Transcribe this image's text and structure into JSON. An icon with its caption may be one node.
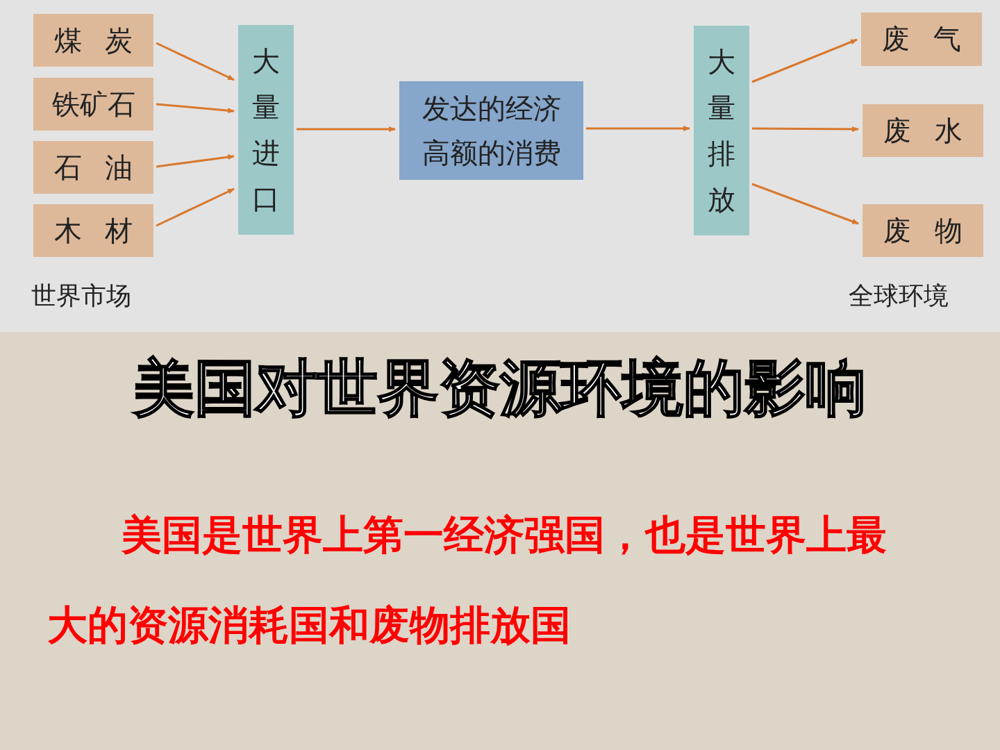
{
  "diagram": {
    "title": "美国对世界资源环境的影响",
    "caption": "美国是世界上第一经济强国，也是世界上最大的资源消耗国和废物排放国",
    "nodes": [
      {
        "text": [
          "煤炭"
        ]
      },
      {
        "text": [
          "铁矿石"
        ]
      },
      {
        "text": [
          "石油"
        ]
      },
      {
        "text": [
          "木材"
        ]
      },
      {
        "text": [
          "大量进口"
        ]
      },
      {
        "text": [
          "发达的经济高额的消费"
        ]
      },
      {
        "text": [
          "大量排放"
        ]
      },
      {
        "text": [
          "废气"
        ]
      },
      {
        "text": [
          "废水"
        ]
      },
      {
        "text": [
          "废物"
        ]
      }
    ],
    "edges": [
      {
        "from": 0,
        "to": 4,
        "arrow": "to"
      },
      {
        "from": 1,
        "to": 4,
        "arrow": "to"
      },
      {
        "from": 2,
        "to": 4,
        "arrow": "to"
      },
      {
        "from": 3,
        "to": 4,
        "arrow": "to"
      },
      {
        "from": 4,
        "to": 5,
        "arrow": "to"
      },
      {
        "from": 5,
        "to": 6,
        "arrow": "to"
      },
      {
        "from": 6,
        "to": 7,
        "arrow": "to"
      },
      {
        "from": 6,
        "to": 8,
        "arrow": "to"
      },
      {
        "from": 6,
        "to": 9,
        "arrow": "to"
      }
    ],
    "labels": [
      "世界市场",
      "全球环境"
    ]
  }
}
